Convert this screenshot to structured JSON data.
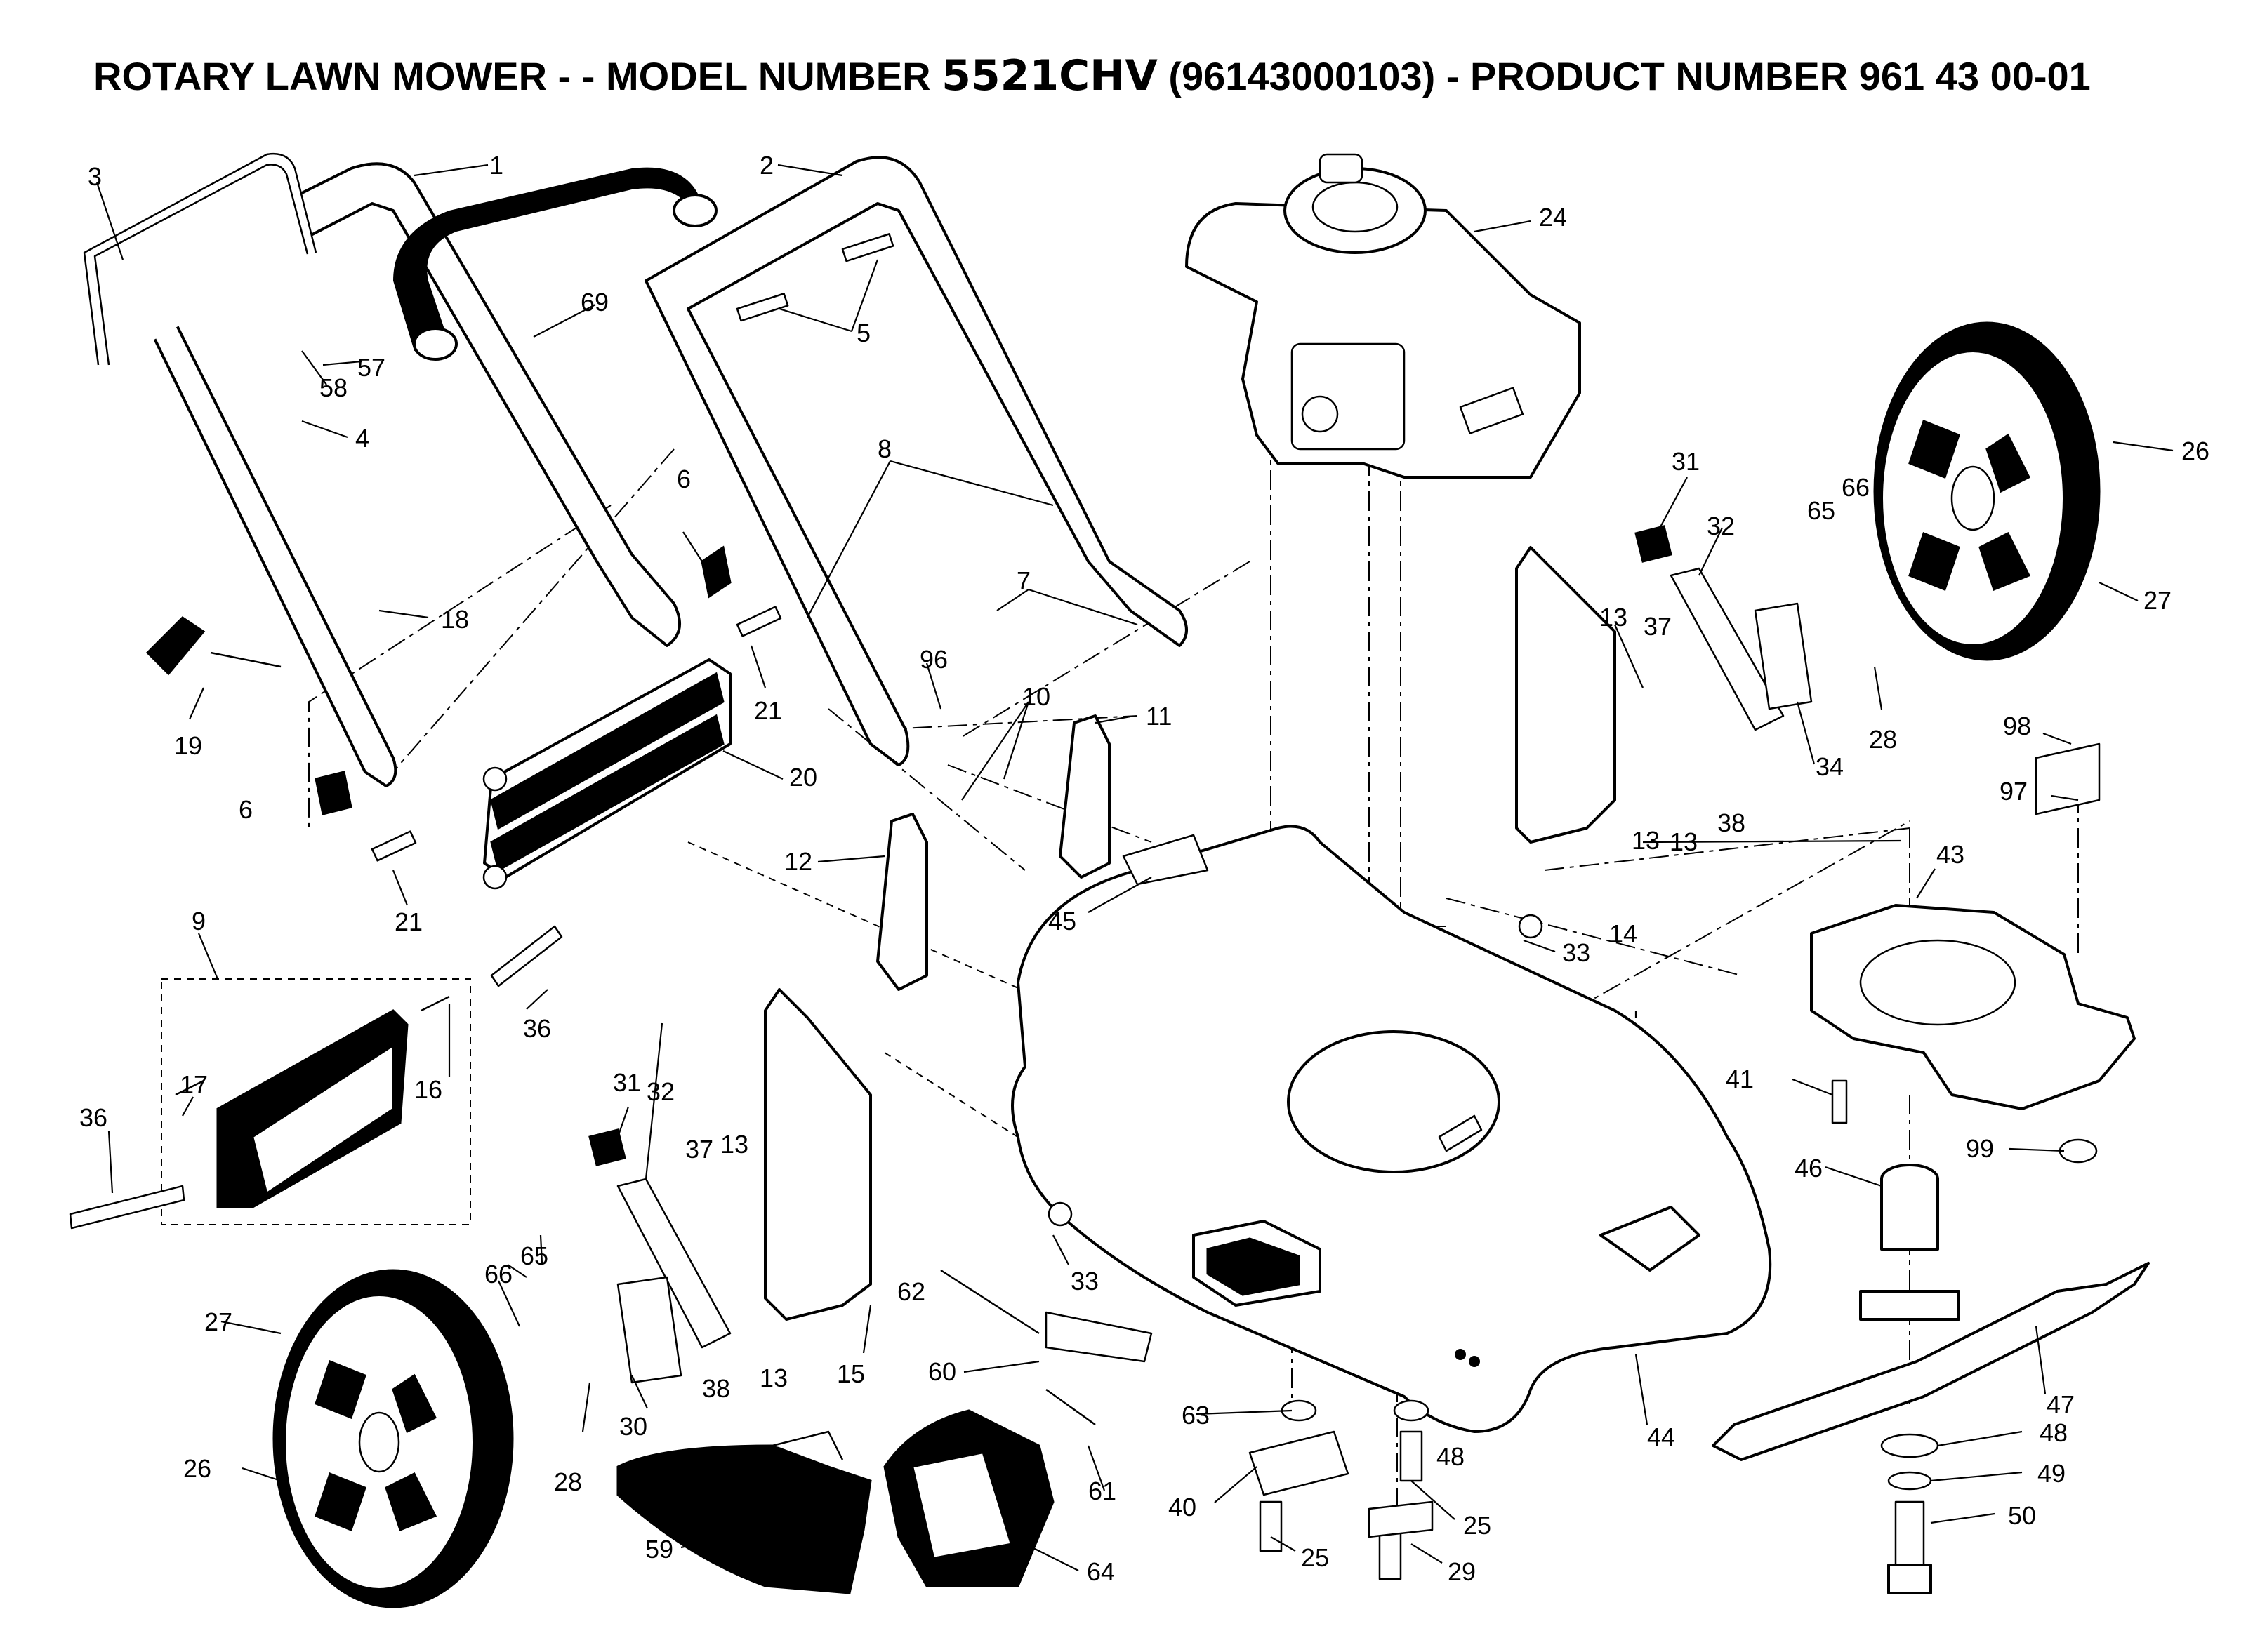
{
  "title": {
    "prefix": "ROTARY LAWN MOWER - - MODEL NUMBER ",
    "model": "5521CHV",
    "suffix": " (96143000103) - PRODUCT NUMBER 961 43 00-01"
  },
  "callouts": {
    "c1": "1",
    "c2": "2",
    "c3": "3",
    "c4": "4",
    "c5": "5",
    "c6a": "6",
    "c6b": "6",
    "c7": "7",
    "c8": "8",
    "c9": "9",
    "c10": "10",
    "c11": "11",
    "c12": "12",
    "c13a": "13",
    "c13b": "13",
    "c13c": "13",
    "c13d": "13",
    "c13e": "13",
    "c14": "14",
    "c15": "15",
    "c16": "16",
    "c17": "17",
    "c18": "18",
    "c19": "19",
    "c20": "20",
    "c21a": "21",
    "c21b": "21",
    "c24": "24",
    "c25a": "25",
    "c25b": "25",
    "c26a": "26",
    "c26b": "26",
    "c27a": "27",
    "c27b": "27",
    "c28a": "28",
    "c28b": "28",
    "c29": "29",
    "c30": "30",
    "c31a": "31",
    "c31b": "31",
    "c32a": "32",
    "c32b": "32",
    "c33a": "33",
    "c33b": "33",
    "c34": "34",
    "c36a": "36",
    "c36b": "36",
    "c37a": "37",
    "c37b": "37",
    "c38a": "38",
    "c38b": "38",
    "c40": "40",
    "c41": "41",
    "c43": "43",
    "c44": "44",
    "c45": "45",
    "c46": "46",
    "c47": "47",
    "c48a": "48",
    "c48b": "48",
    "c49": "49",
    "c50": "50",
    "c57": "57",
    "c58": "58",
    "c59": "59",
    "c60": "60",
    "c61": "61",
    "c62": "62",
    "c63": "63",
    "c64": "64",
    "c65a": "65",
    "c65b": "65",
    "c66a": "66",
    "c66b": "66",
    "c69": "69",
    "c96": "96",
    "c97": "97",
    "c98": "98",
    "c99": "99"
  }
}
